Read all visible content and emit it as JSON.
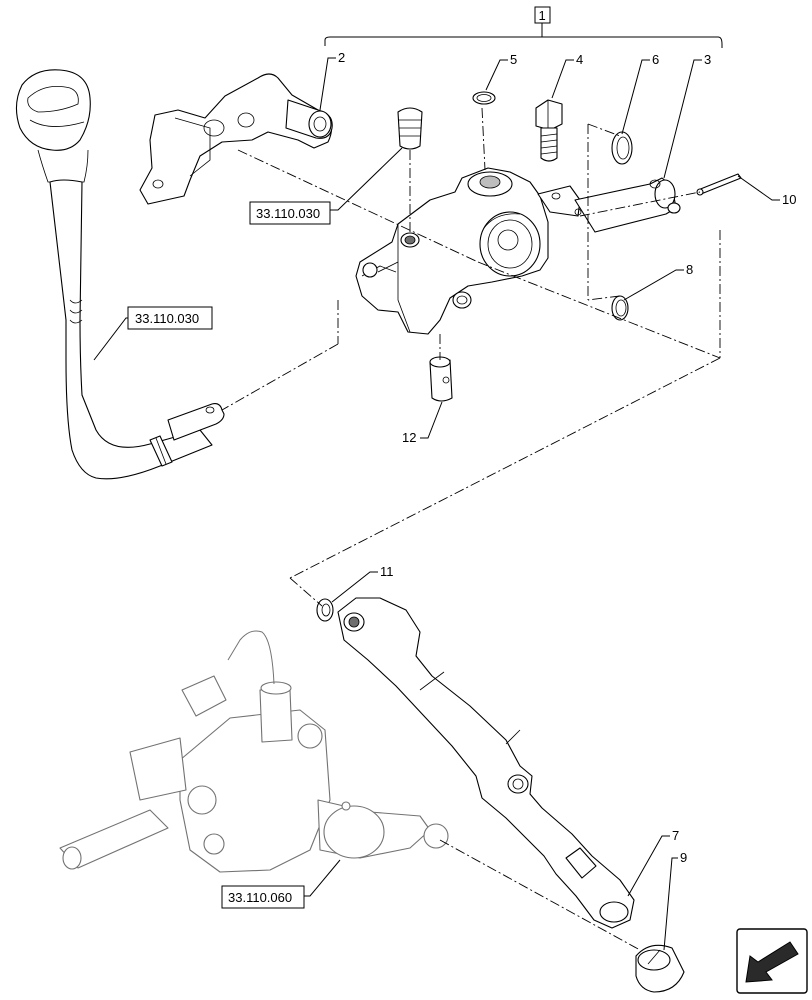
{
  "diagram": {
    "group_callout": "1",
    "callouts": [
      "2",
      "3",
      "4",
      "5",
      "6",
      "7",
      "8",
      "9",
      "10",
      "11",
      "12"
    ],
    "references": {
      "top_center": "33.110.030",
      "left_middle": "33.110.030",
      "bottom_left": "33.110.060"
    }
  },
  "navigation": {
    "arrow_icon": "back-arrow-icon"
  }
}
